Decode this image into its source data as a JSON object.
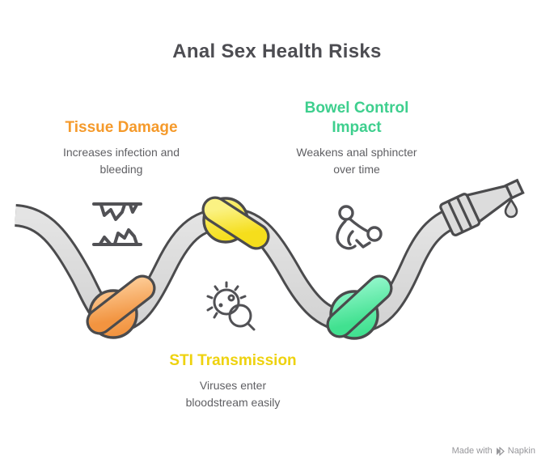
{
  "title": "Anal Sex Health Risks",
  "sections": [
    {
      "id": "tissue-damage",
      "label": "Tissue Damage",
      "description": "Increases infection and bleeding",
      "color": "#f59a2b",
      "icon": "torn-tissue-icon"
    },
    {
      "id": "bowel-control-impact",
      "label": "Bowel Control Impact",
      "description": "Weakens anal sphincter over time",
      "color": "#3ecf8e",
      "icon": "crouching-person-icon"
    },
    {
      "id": "sti-transmission",
      "label": "STI Transmission",
      "description": "Viruses enter bloodstream easily",
      "color": "#eed20e",
      "icon": "virus-magnifier-icon"
    }
  ],
  "diagram": {
    "shape": "wavy-rope-with-knots",
    "knot_colors": [
      "#f29440",
      "#f5de1c",
      "#41e190"
    ],
    "rope_fill": "#d9d9d9",
    "outline_color": "#4b4b4d",
    "end_shape": "nozzle-with-drip"
  },
  "watermark": {
    "prefix": "Made with",
    "brand": "Napkin"
  }
}
